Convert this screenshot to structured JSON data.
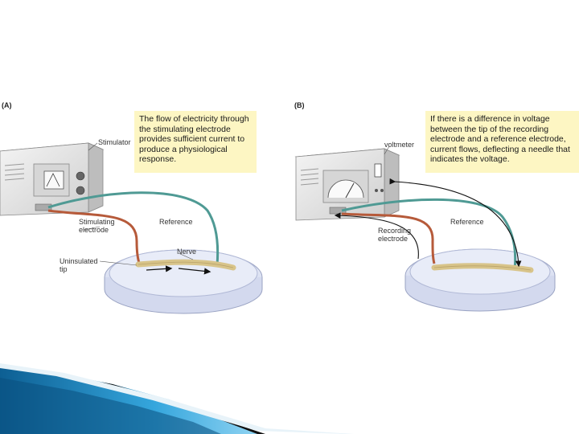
{
  "panel_a": {
    "letter": "(A)",
    "caption": "The flow of electricity through the stimulating electrode provides sufficient current to produce a physiological response.",
    "instrument_label": "Stimulator",
    "labels": {
      "stimulating_electrode": "Stimulating\nelectrode",
      "reference": "Reference",
      "nerve": "Nerve",
      "uninsulated_tip": "Uninsulated\ntip"
    }
  },
  "panel_b": {
    "letter": "(B)",
    "caption": "If there is a difference in voltage between the tip of the recording electrode and a reference electrode, current flows, deflecting a needle that indicates the voltage.",
    "instrument_label": "voltmeter",
    "labels": {
      "reference": "Reference",
      "recording_electrode": "Recording\nelectrode"
    }
  },
  "colors": {
    "caption_bg": "#fdf6c3",
    "reference_wire": "#4f9a94",
    "electrode_wire": "#b65a3a",
    "nerve": "#d8c48a",
    "dish": "#dfe5f3",
    "accent_blue": "#1f7fb8"
  }
}
